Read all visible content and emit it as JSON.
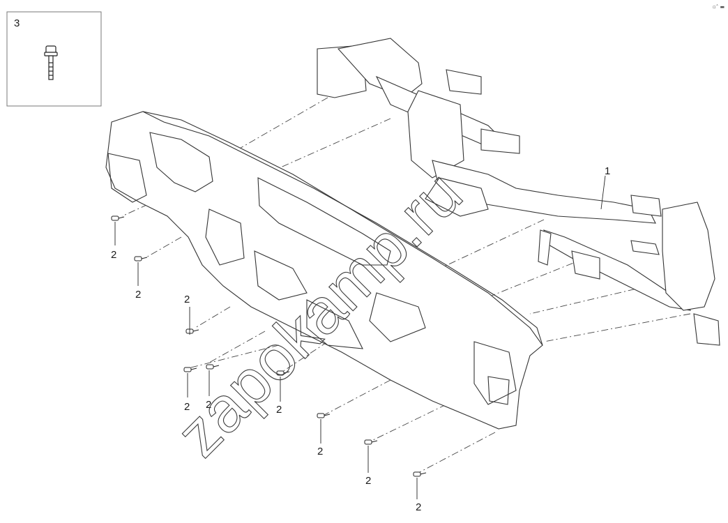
{
  "inset": {
    "label": "3"
  },
  "callouts": {
    "frame": "1",
    "screws": [
      "2",
      "2",
      "2",
      "2",
      "2",
      "2",
      "2",
      "2",
      "2"
    ]
  },
  "watermark": "zapokamp.ru",
  "corner_mark": "▫˄ ▬"
}
